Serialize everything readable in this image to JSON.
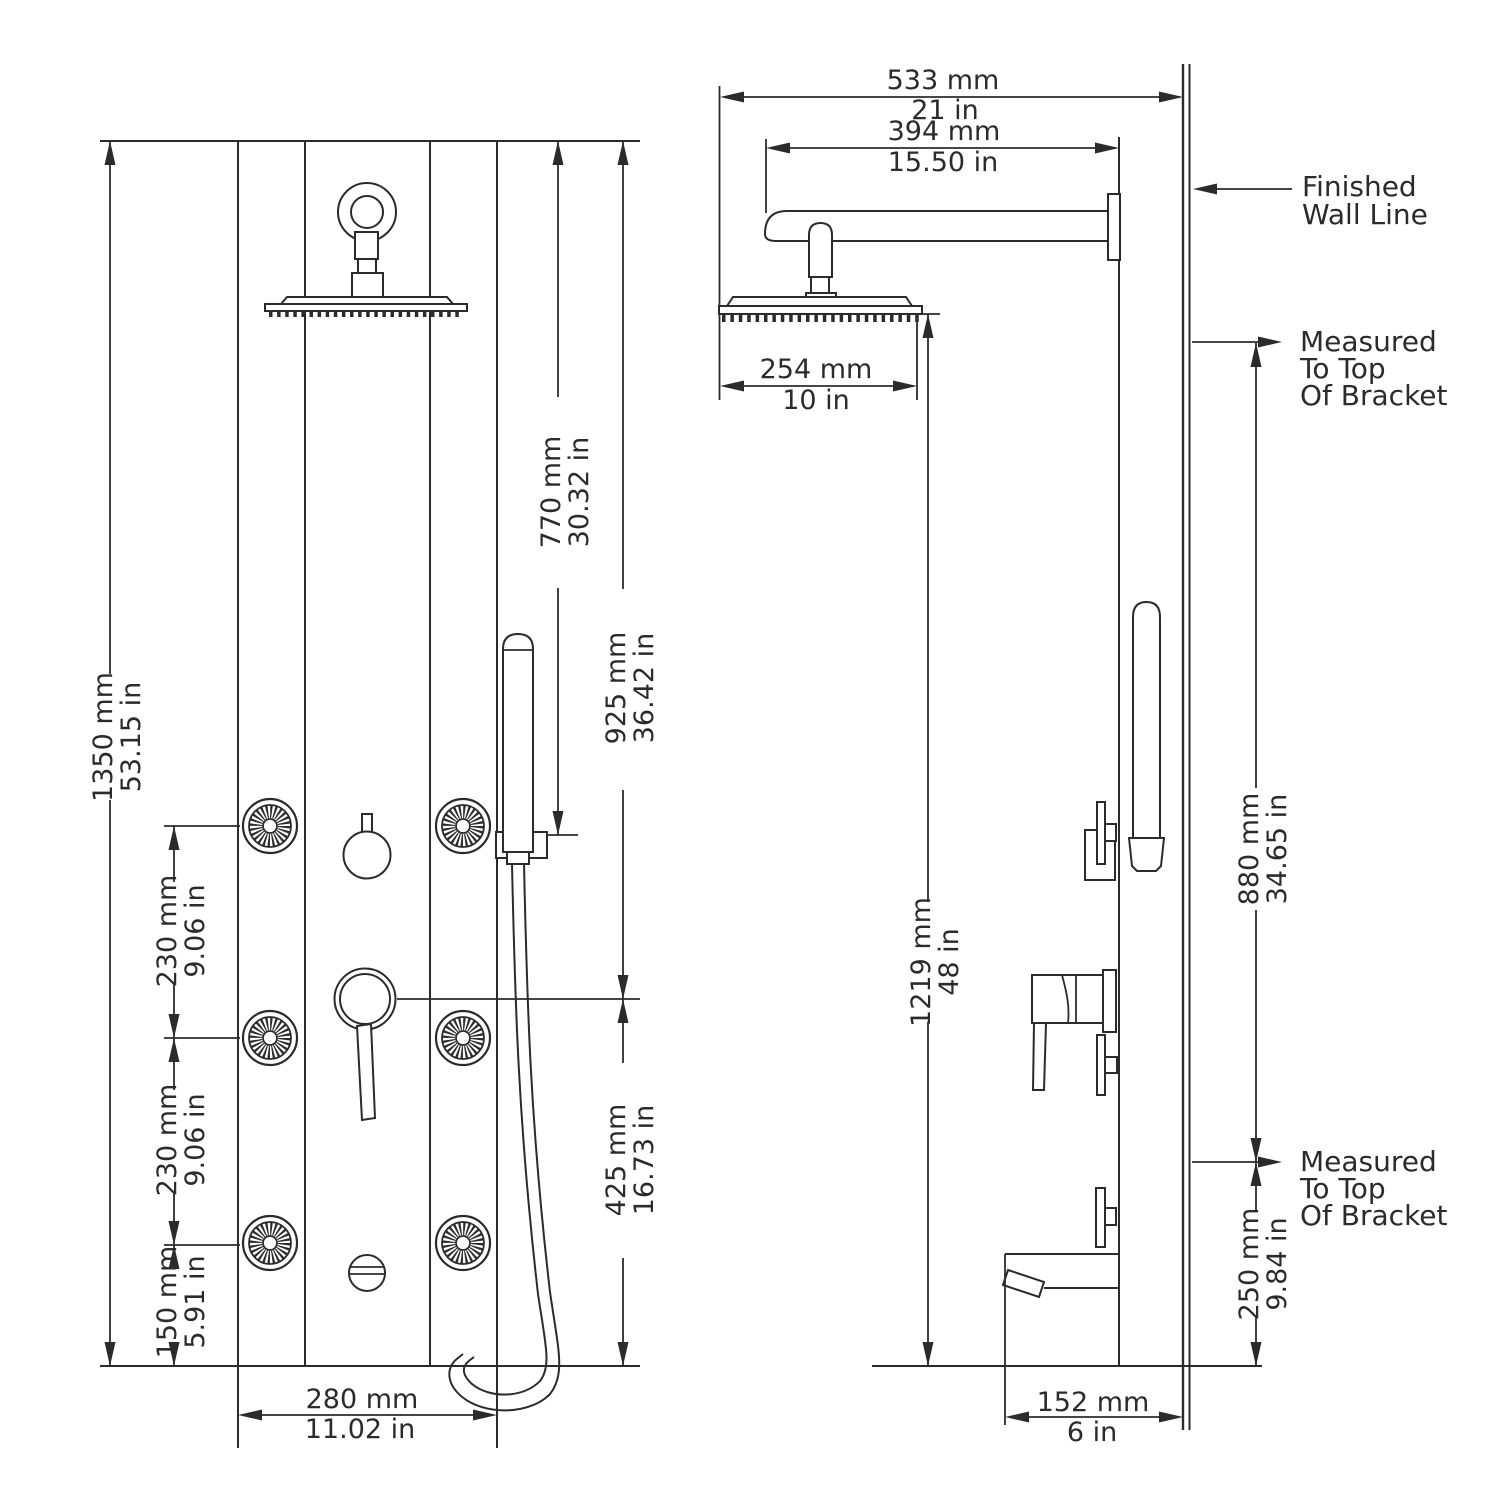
{
  "drawing": {
    "title": "shower-panel-installation-dimensions",
    "colors": {
      "line": "#2b2b2b",
      "background": "#ffffff"
    },
    "front_view": {
      "dims": {
        "overall_mm": "1350 mm",
        "overall_in": "53.15 in",
        "to_handshower_mm": "770 mm",
        "to_handshower_in": "30.32 in",
        "to_mixer_mm": "925 mm",
        "to_mixer_in": "36.42 in",
        "jet_gap1_mm": "230 mm",
        "jet_gap1_in": "9.06 in",
        "jet_gap2_mm": "230 mm",
        "jet_gap2_in": "9.06 in",
        "bottom_offset_mm": "150 mm",
        "bottom_offset_in": "5.91 in",
        "mixer_bottom_mm": "425 mm",
        "mixer_bottom_in": "16.73 in",
        "width_mm": "280 mm",
        "width_in": "11.02 in"
      }
    },
    "side_view": {
      "dims": {
        "wall_mm": "533 mm",
        "wall_in": "21 in",
        "arm_mm": "394 mm",
        "arm_in": "15.50 in",
        "head_mm": "254 mm",
        "head_in": "10 in",
        "height_mm": "1219 mm",
        "height_in": "48 in",
        "brackets_mm": "880 mm",
        "brackets_in": "34.65 in",
        "lower_bracket_mm": "250 mm",
        "lower_bracket_in": "9.84 in",
        "spout_mm": "152 mm",
        "spout_in": "6 in"
      },
      "annotations": {
        "fwl1": "Finished",
        "fwl2": "Wall Line",
        "mu1": "Measured",
        "mu2": "To Top",
        "mu3": "Of Bracket",
        "ml1": "Measured",
        "ml2": "To Top",
        "ml3": "Of Bracket"
      }
    }
  }
}
